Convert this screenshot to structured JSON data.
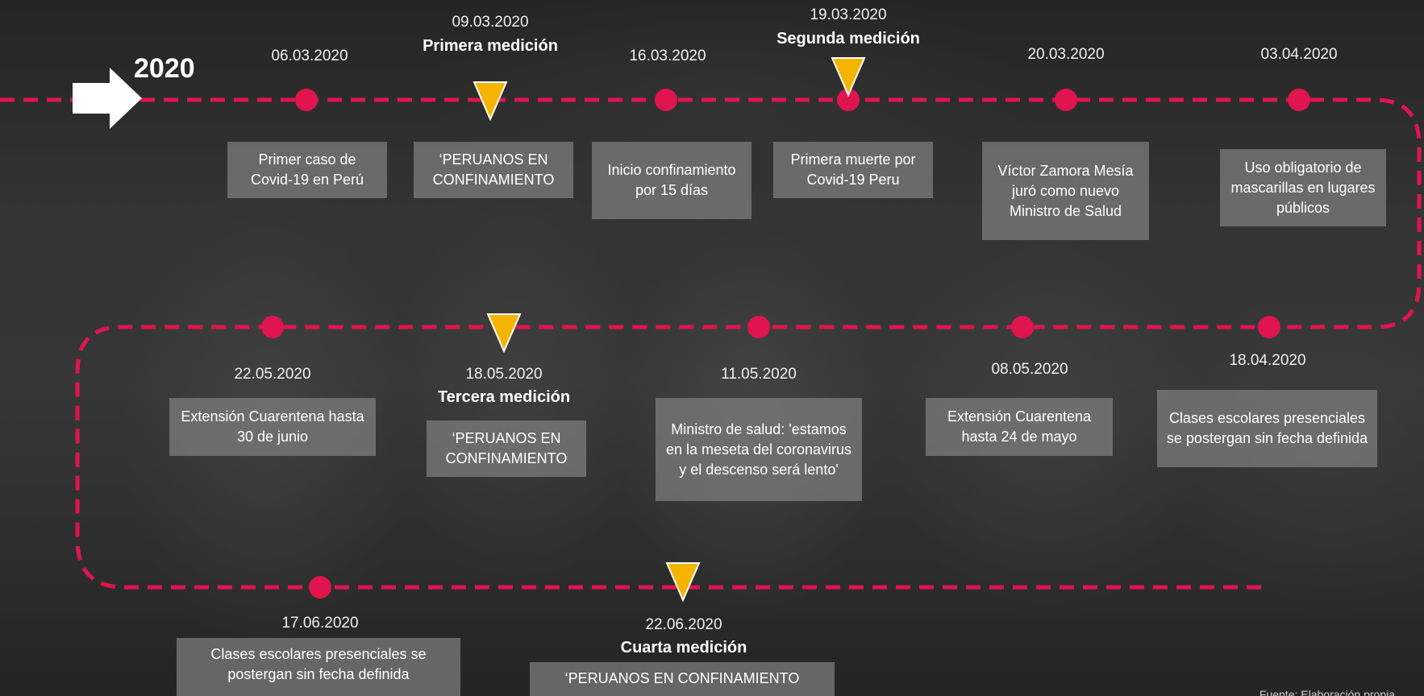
{
  "year": "2020",
  "colors": {
    "track": "#e0144f",
    "marker": "#f4b400",
    "box": "#808080"
  },
  "events": [
    {
      "id": "e1",
      "date": "06.03.2020",
      "text": "Primer caso de Covid-19 en Perú"
    },
    {
      "id": "e2",
      "date": "09.03.2020",
      "measurement": "Primera medición",
      "text": "‘PERUANOS EN CONFINAMIENTO"
    },
    {
      "id": "e3",
      "date": "16.03.2020",
      "text": "Inicio confinamiento por 15 días"
    },
    {
      "id": "e4",
      "date": "19.03.2020",
      "measurement": "Segunda medición",
      "text": "Primera muerte por Covid-19 Peru"
    },
    {
      "id": "e5",
      "date": "20.03.2020",
      "text": "Víctor Zamora Mesía juró como nuevo Ministro de Salud"
    },
    {
      "id": "e6",
      "date": "03.04.2020",
      "text": "Uso obligatorio de mascarillas en lugares públicos"
    },
    {
      "id": "e7",
      "date": "18.04.2020",
      "text": "Clases escolares presenciales se postergan sin fecha definida"
    },
    {
      "id": "e8",
      "date": "08.05.2020",
      "text": "Extensión Cuarentena hasta 24 de mayo"
    },
    {
      "id": "e9",
      "date": "11.05.2020",
      "text": "Ministro de salud: 'estamos en la meseta del coronavirus y el descenso será lento'"
    },
    {
      "id": "e10",
      "date": "18.05.2020",
      "measurement": "Tercera medición",
      "text": "‘PERUANOS EN CONFINAMIENTO"
    },
    {
      "id": "e11",
      "date": "22.05.2020",
      "text": "Extensión Cuarentena hasta 30 de junio"
    },
    {
      "id": "e12",
      "date": "17.06.2020",
      "text": "Clases escolares presenciales se postergan sin fecha definida"
    },
    {
      "id": "e13",
      "date": "22.06.2020",
      "measurement": "Cuarta medición",
      "text": "‘PERUANOS EN CONFINAMIENTO"
    }
  ],
  "footnote": "Fuente: Elaboración propia"
}
